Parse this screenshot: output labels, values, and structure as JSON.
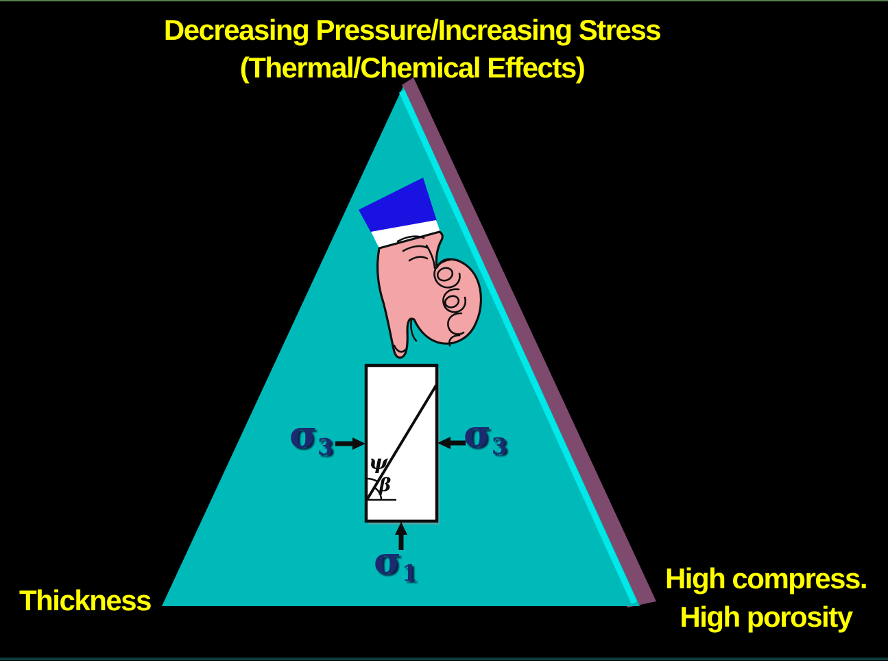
{
  "title": {
    "line1": "Decreasing Pressure/Increasing Stress",
    "line2": "(Thermal/Chemical Effects)"
  },
  "corner_labels": {
    "bottom_left": "Thickness",
    "bottom_right_line1": "High compress.",
    "bottom_right_line2": "High porosity"
  },
  "stress_diagram": {
    "sigma": "σ",
    "sigma3_subscript": "3",
    "sigma1_subscript": "1",
    "angle_psi": "ψ",
    "angle_beta": "β"
  },
  "icons": {
    "hand": "thumbs-down-hand-icon"
  },
  "colors": {
    "background": "#000000",
    "title_text": "#FFFF00",
    "triangle_fill": "#00BABA",
    "triangle_edge_highlight": "#00E8E8",
    "triangle_side_shadow": "#7E4A6E",
    "sigma_text": "#1C2B70",
    "sleeve_blue": "#1A12E0",
    "cuff_white": "#FFFFFF",
    "hand_pink": "#F3A4A6",
    "sample_fill": "#FFFFFF",
    "line_black": "#0D0D0D",
    "top_border": "#55834D",
    "bottom_border": "#0E3E3E"
  }
}
